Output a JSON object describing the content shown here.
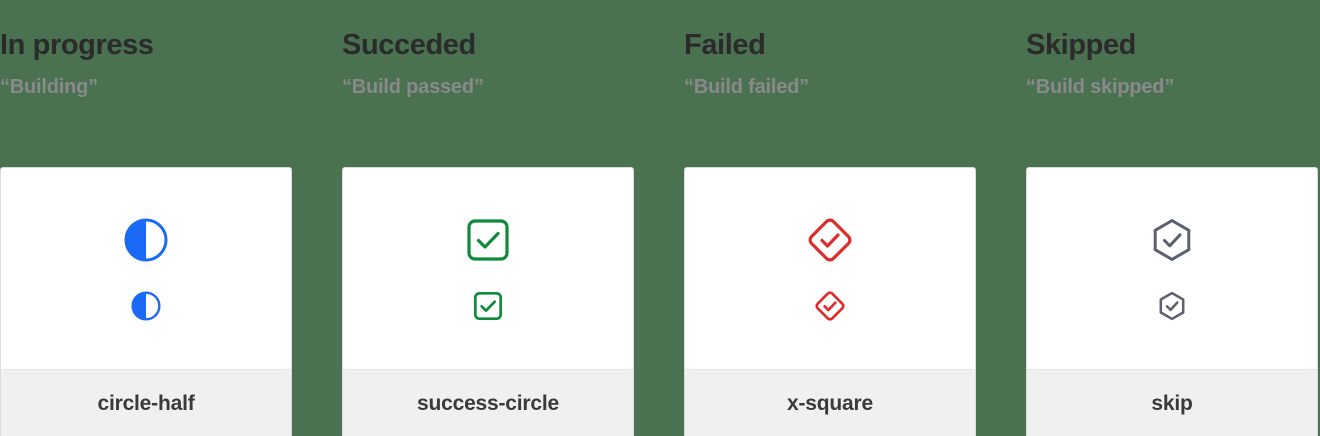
{
  "page": {
    "background_color": "#4a7150",
    "title_color": "#2b2b2b",
    "subtitle_color": "#8a8a8a",
    "card_background": "#ffffff",
    "card_footer_background": "#f0f0f0",
    "card_label_color": "#3a3a3a"
  },
  "columns": [
    {
      "status": "In progress",
      "message": "“Building”",
      "icon_name": "circle-half",
      "icon_label": "circle-half",
      "icon_color": "#1b6af5"
    },
    {
      "status": "Succeded",
      "message": "“Build passed”",
      "icon_name": "success-circle",
      "icon_label": "success-circle",
      "icon_color": "#0f8a3c"
    },
    {
      "status": "Failed",
      "message": "“Build failed”",
      "icon_name": "x-square",
      "icon_label": "x-square",
      "icon_color": "#e02b2b"
    },
    {
      "status": "Skipped",
      "message": "“Build skipped”",
      "icon_name": "skip",
      "icon_label": "skip",
      "icon_color": "#5c6070"
    }
  ]
}
